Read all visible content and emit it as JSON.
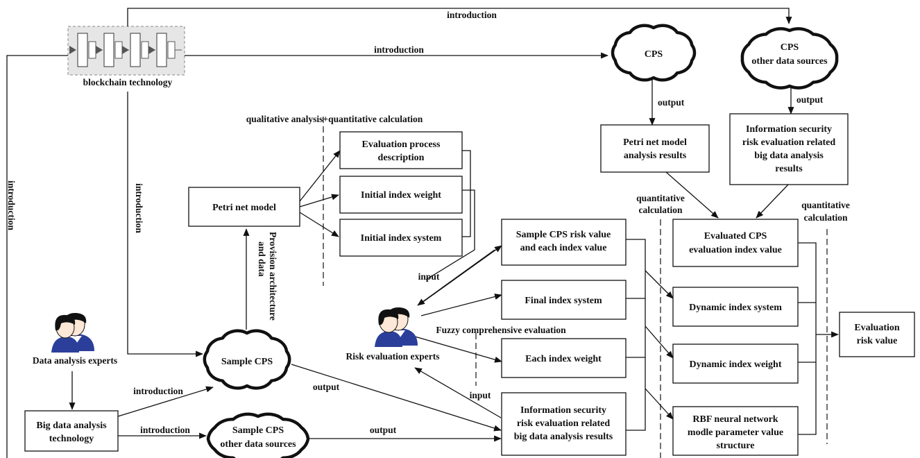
{
  "blockchain": {
    "caption": "blockchain technology"
  },
  "edge_labels": {
    "intro_top": "introduction",
    "intro_cps": "introduction",
    "intro_left_vertical": "introduction",
    "intro_mid_vertical": "introduction",
    "intro_sample_cps": "introduction",
    "intro_other_sources": "introduction",
    "output_cps": "output",
    "output_other": "output",
    "output_sample_cps": "output",
    "output_sample_other": "output",
    "input_upper": "input",
    "input_lower": "input",
    "quant_calc_1": [
      "quantitative",
      "calculation"
    ],
    "quant_calc_2": [
      "quantitative",
      "calculation"
    ],
    "qual_quant": "qualitative analysis+quantitative calculation",
    "provision": [
      "Provision architecture",
      "and data"
    ],
    "fuzzy": "Fuzzy comprehensive evaluation"
  },
  "clouds": {
    "cps": [
      "CPS"
    ],
    "cps_other": [
      "CPS",
      "other data sources"
    ],
    "sample_cps": [
      "Sample CPS"
    ],
    "sample_other": [
      "Sample CPS",
      "other data sources"
    ]
  },
  "boxes": {
    "eval_process": [
      "Evaluation process",
      "description"
    ],
    "init_weight": [
      "Initial index weight"
    ],
    "init_system": [
      "Initial index system"
    ],
    "petri_model": [
      "Petri net model"
    ],
    "petri_results": [
      "Petri net model",
      "analysis results"
    ],
    "info_sec_top": [
      "Information security",
      "risk evaluation related",
      "big data analysis",
      "results"
    ],
    "sample_risk": [
      "Sample CPS risk value",
      "and each index value"
    ],
    "final_system": [
      "Final index system"
    ],
    "each_weight": [
      "Each index weight"
    ],
    "info_sec_bottom": [
      "Information security",
      "risk evaluation related",
      "big data analysis results"
    ],
    "evaluated_cps": [
      "Evaluated CPS",
      "evaluation index value"
    ],
    "dyn_system": [
      "Dynamic index system"
    ],
    "dyn_weight": [
      "Dynamic index weight"
    ],
    "rbf": [
      "RBF neural network",
      "modle parameter value",
      "structure"
    ],
    "eval_risk": [
      "Evaluation",
      "risk value"
    ],
    "big_data_tech": [
      "Big data analysis",
      "technology"
    ]
  },
  "people": {
    "data_experts": "Data analysis experts",
    "risk_experts": "Risk evaluation experts"
  },
  "icons": [
    "blockchain-icon",
    "person-icon",
    "cloud-icon"
  ]
}
